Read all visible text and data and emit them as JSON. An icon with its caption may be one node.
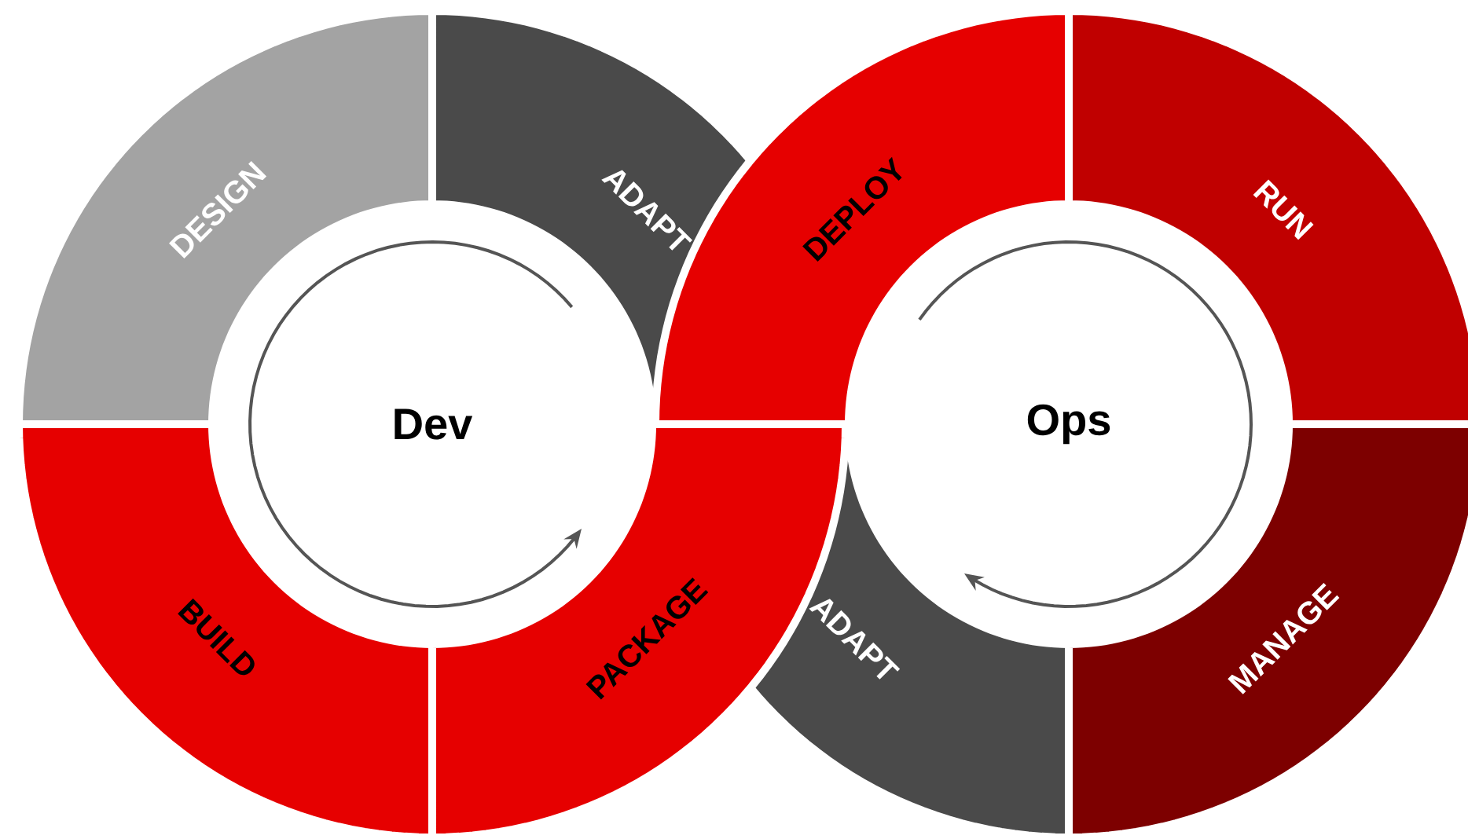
{
  "diagram": {
    "nodes": [
      {
        "text": [
          "DESIGN"
        ]
      },
      {
        "text": [
          "ADAPT"
        ]
      },
      {
        "text": [
          "DEPLOY"
        ]
      },
      {
        "text": [
          "RUN"
        ]
      },
      {
        "text": [
          "Dev"
        ]
      },
      {
        "text": [
          "Ops"
        ]
      },
      {
        "text": [
          "BUILD"
        ]
      },
      {
        "text": [
          "PACKAGE"
        ]
      },
      {
        "text": [
          "ADAPT"
        ]
      },
      {
        "text": [
          "MANAGE"
        ]
      }
    ]
  }
}
